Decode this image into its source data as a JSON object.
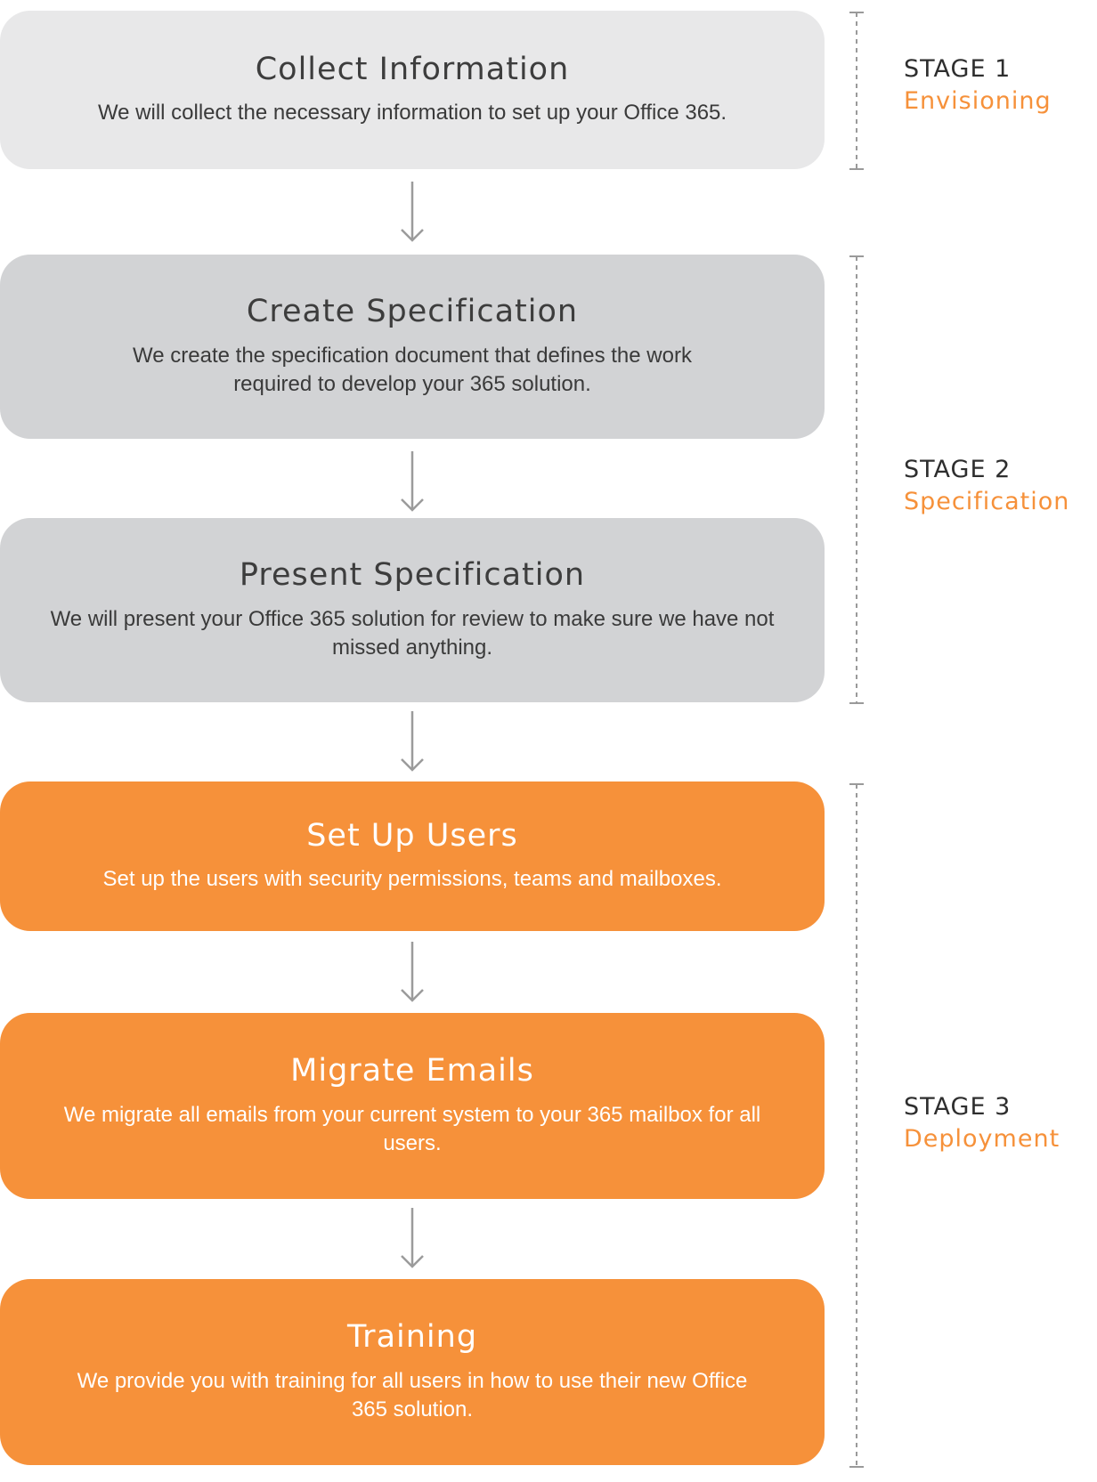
{
  "steps": [
    {
      "title": "Collect Information",
      "desc": "We will collect the necessary information to set up your Office 365."
    },
    {
      "title": "Create Specification",
      "desc": "We create the specification document that defines the work required to develop your 365 solution."
    },
    {
      "title": "Present Specification",
      "desc": "We will present your Office 365 solution for review to make sure we have not missed anything."
    },
    {
      "title": "Set Up Users",
      "desc": "Set up the users with security permissions, teams and mailboxes."
    },
    {
      "title": "Migrate Emails",
      "desc": "We migrate all emails from your current system to your 365 mailbox for all users."
    },
    {
      "title": "Training",
      "desc": "We provide you with training for all users in how to use their new Office 365 solution."
    }
  ],
  "stages": [
    {
      "label": "STAGE 1",
      "name": "Envisioning"
    },
    {
      "label": "STAGE 2",
      "name": "Specification"
    },
    {
      "label": "STAGE 3",
      "name": "Deployment"
    }
  ],
  "colors": {
    "light_box": "#e8e8e9",
    "grey_box": "#d2d3d5",
    "orange_box": "#f6913a",
    "stage_name": "#f6913a"
  }
}
